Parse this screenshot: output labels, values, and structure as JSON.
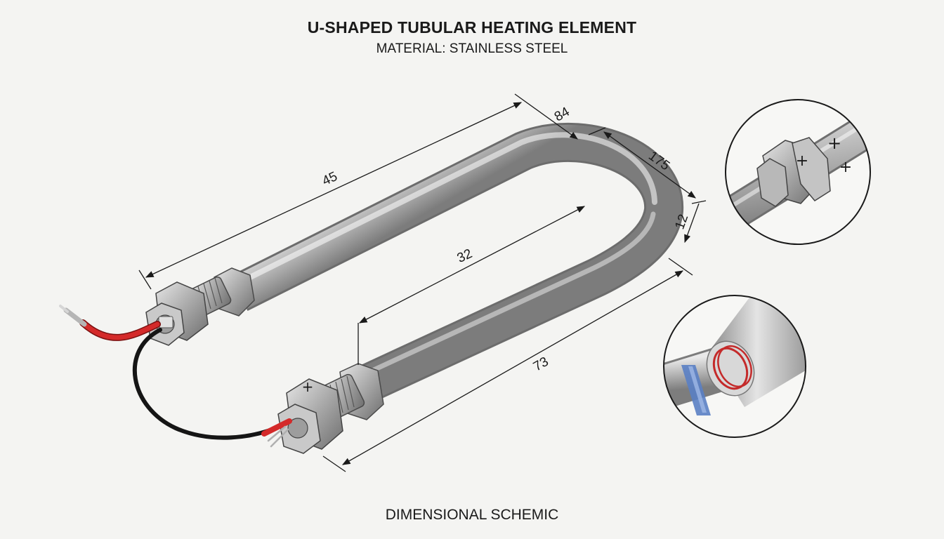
{
  "title": "U-SHAPED TUBULAR HEATING ELEMENT",
  "subtitle": "MATERIAL: STAINLESS STEEL",
  "footer": "DIMENSIONAL SCHEMIC",
  "dimensions": {
    "upper_leg_length": "45",
    "bend_width": "84",
    "bend_depth": "175",
    "tube_diameter": "12",
    "leg_spacing": "32",
    "lower_leg_length": "73"
  },
  "terminal_marks": {
    "terminal_sign": "+",
    "detail_sign_a": "+",
    "detail_sign_b": "+",
    "detail_sign_c": "+"
  },
  "colors": {
    "background": "#f4f4f2",
    "steel_light": "#eeeeee",
    "steel_dark": "#8a8a8a",
    "wire_red": "#d42a2a",
    "wire_black": "#151515",
    "seal_blue": "#5a7fc4",
    "line": "#1a1a1a"
  }
}
